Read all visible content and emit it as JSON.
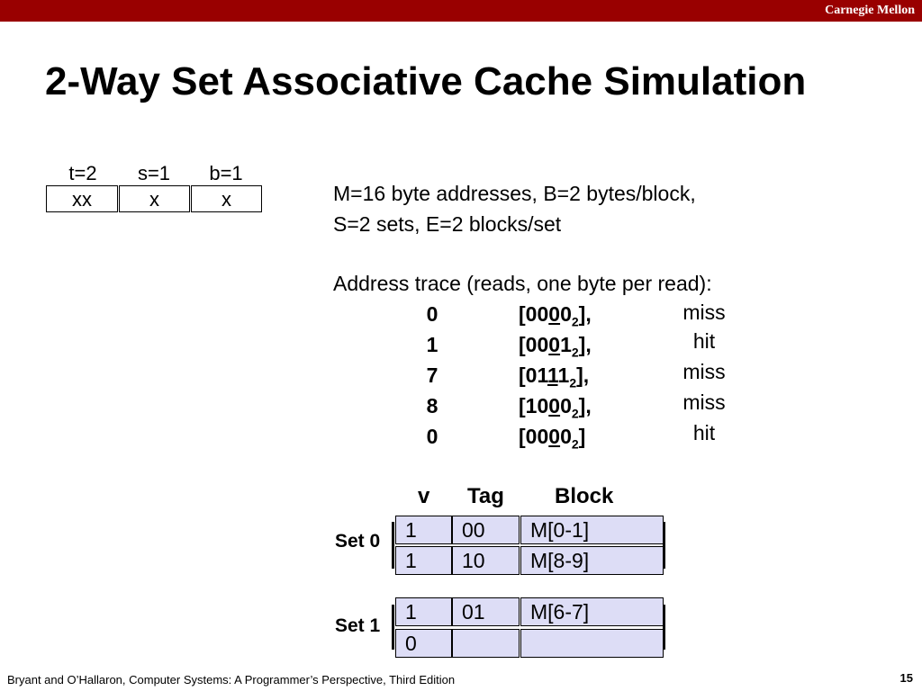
{
  "header": {
    "brand": "Carnegie Mellon"
  },
  "slide": {
    "title": "2-Way Set Associative Cache Simulation"
  },
  "address_fields": [
    {
      "label": "t=2",
      "value": "xx"
    },
    {
      "label": "s=1",
      "value": "x"
    },
    {
      "label": "b=1",
      "value": "x"
    }
  ],
  "params": {
    "line1": "M=16 byte addresses, B=2 bytes/block,",
    "line2": "S=2 sets, E=2 blocks/set"
  },
  "trace": {
    "heading": "Address trace (reads, one byte per read):",
    "rows": [
      {
        "addr": "0",
        "bits_pre": "00",
        "bits_set": "0",
        "bits_post": "0",
        "base": "2",
        "tail": "],",
        "result": "miss"
      },
      {
        "addr": "1",
        "bits_pre": "00",
        "bits_set": "0",
        "bits_post": "1",
        "base": "2",
        "tail": "],",
        "result": "hit"
      },
      {
        "addr": "7",
        "bits_pre": "01",
        "bits_set": "1",
        "bits_post": "1",
        "base": "2",
        "tail": "],",
        "result": "miss"
      },
      {
        "addr": "8",
        "bits_pre": "10",
        "bits_set": "0",
        "bits_post": "0",
        "base": "2",
        "tail": "],",
        "result": "miss"
      },
      {
        "addr": "0",
        "bits_pre": "00",
        "bits_set": "0",
        "bits_post": "0",
        "base": "2",
        "tail": "]",
        "result": "hit"
      }
    ]
  },
  "cache": {
    "headers": {
      "v": "v",
      "tag": "Tag",
      "block": "Block"
    },
    "sets": [
      {
        "label": "Set 0",
        "lines": [
          {
            "v": "1",
            "tag": "00",
            "block": "M[0-1]"
          },
          {
            "v": "1",
            "tag": "10",
            "block": "M[8-9]"
          }
        ]
      },
      {
        "label": "Set 1",
        "lines": [
          {
            "v": "1",
            "tag": "01",
            "block": "M[6-7]"
          },
          {
            "v": "0",
            "tag": "",
            "block": ""
          }
        ]
      }
    ]
  },
  "footer": {
    "citation": "Bryant and O’Hallaron, Computer Systems: A Programmer’s Perspective, Third Edition",
    "page": "15"
  }
}
